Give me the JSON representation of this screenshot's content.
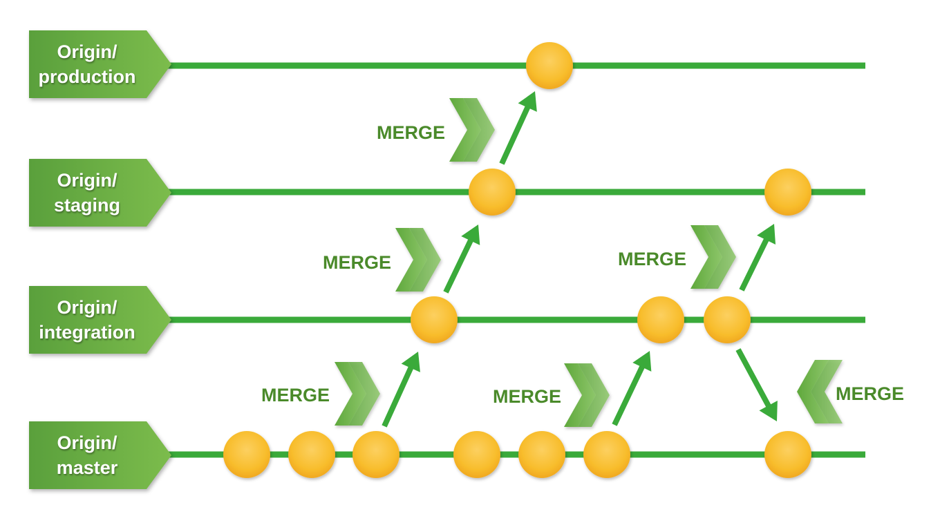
{
  "colors": {
    "branch_line": "#3aaa3a",
    "commit_fill": "#f8bd2c",
    "arrow": "#3aaa3a",
    "label_text": "#4a8a2a",
    "tag_fill": "#6cb044",
    "tag_text": "#ffffff"
  },
  "branches": [
    {
      "id": "production",
      "line1": "Origin/",
      "line2": "production"
    },
    {
      "id": "staging",
      "line1": "Origin/",
      "line2": "staging"
    },
    {
      "id": "integration",
      "line1": "Origin/",
      "line2": "integration"
    },
    {
      "id": "master",
      "line1": "Origin/",
      "line2": "master"
    }
  ],
  "commits": [
    {
      "branch": "production",
      "order": 1
    },
    {
      "branch": "staging",
      "order": 1
    },
    {
      "branch": "staging",
      "order": 2
    },
    {
      "branch": "integration",
      "order": 1
    },
    {
      "branch": "integration",
      "order": 2
    },
    {
      "branch": "integration",
      "order": 3
    },
    {
      "branch": "master",
      "order": 1
    },
    {
      "branch": "master",
      "order": 2
    },
    {
      "branch": "master",
      "order": 3
    },
    {
      "branch": "master",
      "order": 4
    },
    {
      "branch": "master",
      "order": 5
    },
    {
      "branch": "master",
      "order": 6
    },
    {
      "branch": "master",
      "order": 7
    }
  ],
  "merges": [
    {
      "from": "master",
      "to": "integration",
      "label": "MERGE",
      "chevron": "right-chevron-icon"
    },
    {
      "from": "integration",
      "to": "staging",
      "label": "MERGE",
      "chevron": "right-chevron-icon"
    },
    {
      "from": "staging",
      "to": "production",
      "label": "MERGE",
      "chevron": "right-chevron-icon"
    },
    {
      "from": "master",
      "to": "integration",
      "label": "MERGE",
      "chevron": "right-chevron-icon"
    },
    {
      "from": "integration",
      "to": "staging",
      "label": "MERGE",
      "chevron": "right-chevron-icon"
    },
    {
      "from": "integration",
      "to": "master",
      "label": "MERGE",
      "chevron": "left-chevron-icon"
    }
  ]
}
